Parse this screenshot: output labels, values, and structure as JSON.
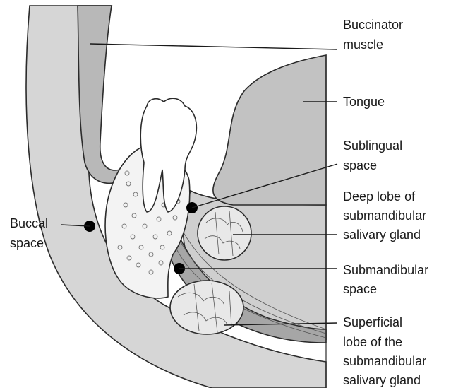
{
  "labels": {
    "buccinator_muscle": [
      "Buccinator",
      "muscle"
    ],
    "tongue": [
      "Tongue"
    ],
    "sublingual_space": [
      "Sublingual",
      "space"
    ],
    "deep_lobe": [
      "Deep lobe of",
      "submandibular",
      "salivary gland"
    ],
    "submandibular_space": [
      "Submandibular",
      "space"
    ],
    "superficial_lobe": [
      "Superficial",
      "lobe of the",
      "submandibular",
      "salivary gland"
    ],
    "buccal_space": [
      "Buccal",
      "space"
    ]
  },
  "colors": {
    "tissue_light": "#d9d9d9",
    "tissue_mid": "#c4c4c4",
    "tissue_dark": "#a9a9a9",
    "bone": "#f2f2f2",
    "tooth": "#ffffff",
    "outline": "#2b2b2b",
    "marker": "#000000"
  }
}
